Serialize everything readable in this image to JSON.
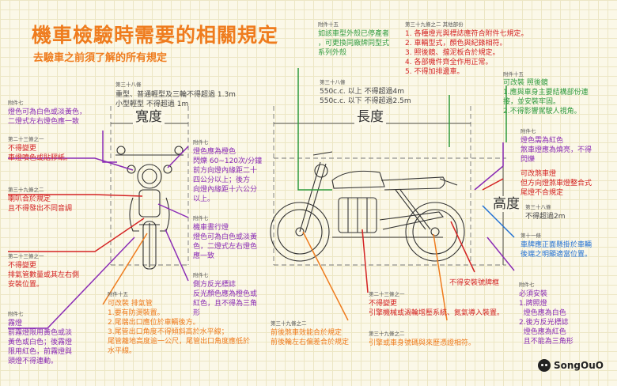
{
  "header": {
    "title": "機車檢驗時需要的相關規定",
    "subtitle": "去驗車之前須了解的所有規定"
  },
  "dims": {
    "width_label": "寬度",
    "length_label": "長度",
    "height_label": "高度"
  },
  "notes": {
    "width_rule": {
      "tag": "第三十八條",
      "text": "重型、普通輕型及三輪不得超過 1.3m\n小型輕型 不得超過 1m"
    },
    "length_rule": {
      "tag": "第三十八條",
      "text": "550c.c. 以上 不得超過4m\n550c.c. 以下 不得超過2.5m"
    },
    "height_rule": {
      "tag": "第三十八條",
      "text": "不得超過2m"
    },
    "front_turn": {
      "tag": "附件七",
      "text": "燈色可為白色或淡黃色，\n二燈式左右燈色應一致"
    },
    "headlamp_color": {
      "tag": "第二十三條之一",
      "text": "不得變更\n車燈噴色或貼膠紙。"
    },
    "horn": {
      "tag": "第三十九條之二",
      "text": "喇叭合於規定\n且不得發出不同音調"
    },
    "exhaust_change": {
      "tag": "第二十三條之一",
      "text": "不得變更\n排氣管數量或其左右側\n安裝位置。"
    },
    "fog": {
      "tag": "附件七",
      "text": "霧燈\n前霧燈限用黃色或淡\n黃色或白色；後霧燈\n限用紅色，前霧燈與\n頭燈不得連動。"
    },
    "turn_signal": {
      "tag": "附件七",
      "text": "燈色應為橙色\n閃爍 60~120次/分鐘\n前方向燈內緣距二十\n四公分以上；後方\n向燈內緣距十六公分\n以上。"
    },
    "running_light": {
      "tag": "附件七",
      "text": "機車晝行燈\n燈色可為白色或淡黃\n色，二燈式左右燈色\n應一致"
    },
    "side_reflector": {
      "tag": "附件七",
      "text": "側方反光標誌\n反光顏色應為橙色或\n紅色，且不得為三角\n形"
    },
    "exhaust_mod": {
      "tag": "附件十五",
      "text": "可改裝 排氣管\n1.要有防燙裝置。\n2.尾端出口應位於車輛後方。\n3.尾管出口角度不得傾斜高於水平線；\n尾管離地高度逾一公尺，尾管出口角度應低於\n水平線。"
    },
    "shell": {
      "tag": "附件十五",
      "text": "如該車型外殼已停產者\n，可更換同廠牌同型式\n系列外殼"
    },
    "general": {
      "tag": "第三十九條之二 其他部份",
      "items": [
        "1. 各種燈光與標誌應符合附件七規定。",
        "2. 車輛型式，顏色與紀錄相符。",
        "3. 照後鏡、擋泥板合於規定。",
        "4. 各部機件齊全作用正常。",
        "5. 不得加排邊車。"
      ]
    },
    "mirror": {
      "tag": "附件十五",
      "text": "可改裝 照後鏡\n1.應與車身主要結構部份連\n接，並安裝牢固。\n2.不得影響駕駛人視角。"
    },
    "tail_lamp": {
      "tag": "附件七",
      "text": "燈色需為紅色\n煞車燈應為燒亮，不得\n閃爍"
    },
    "brake_mod": {
      "tag": "",
      "text": "可改煞車燈\n但方向燈煞車燈整合式\n尾燈不合規定"
    },
    "plate_lamp": {
      "tag": "第十一條",
      "text": "車牌應正面懸掛於車輛\n後端之明顯適當位置。"
    },
    "plate_light": {
      "tag": "",
      "text": "不得安裝號牌框"
    },
    "rear_reflector": {
      "tag": "附件七",
      "text": "必須安裝\n1.牌照燈\n  燈色應為白色\n2.後方反光標誌\n  燈色應為紅色\n  且不能為三角形"
    },
    "engine": {
      "tag": "第二十三條之一",
      "text": "不得變更\n引擎機械或渦輪增壓系統、氮氣導入裝置。"
    },
    "brake": {
      "tag": "第三十九條之二",
      "text": "前後煞車效能合於規定\n前後輪左右偏差合於規定"
    },
    "engine_no": {
      "tag": "第三十九條之二",
      "text": "引擎或車身號碼與來歷憑證相符。"
    }
  },
  "brand": {
    "name": "SongOuO"
  },
  "colors": {
    "orange": "#ef7c1e",
    "purple": "#8a2bb5",
    "red": "#d42323",
    "green": "#2e9a3c",
    "blue": "#1f6fd4",
    "dark": "#555555"
  }
}
